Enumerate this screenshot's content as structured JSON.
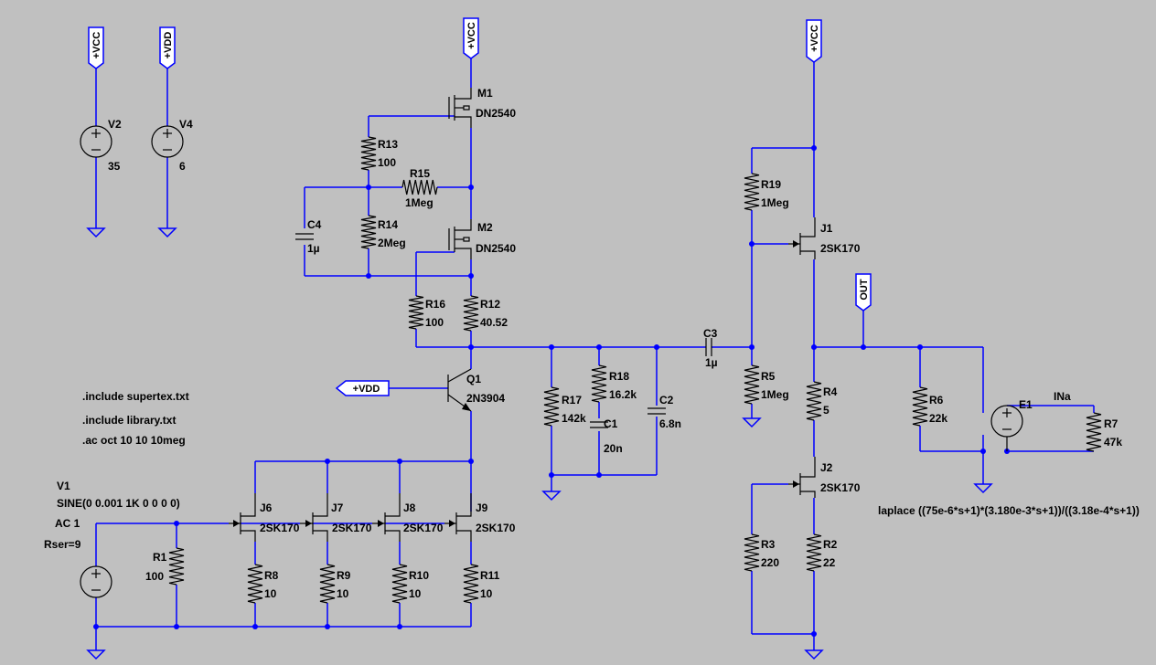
{
  "directives": [
    ".include supertex.txt",
    ".include library.txt",
    ".ac oct 10 10 10meg"
  ],
  "laplace_expression": "laplace ((75e-6*s+1)*(3.180e-3*s+1))/((3.18e-4*s+1))",
  "nets": {
    "vcc": "+VCC",
    "vdd": "+VDD",
    "out": "OUT",
    "ina": "INa"
  },
  "components": {
    "V1": {
      "name": "V1",
      "value": "SINE(0 0.001 1K 0 0 0 0)",
      "ac": "AC 1",
      "rser": "Rser=9"
    },
    "V2": {
      "name": "V2",
      "value": "35"
    },
    "V4": {
      "name": "V4",
      "value": "6"
    },
    "M1": {
      "name": "M1",
      "value": "DN2540"
    },
    "M2": {
      "name": "M2",
      "value": "DN2540"
    },
    "Q1": {
      "name": "Q1",
      "value": "2N3904"
    },
    "J1": {
      "name": "J1",
      "value": "2SK170"
    },
    "J2": {
      "name": "J2",
      "value": "2SK170"
    },
    "J6": {
      "name": "J6",
      "value": "2SK170"
    },
    "J7": {
      "name": "J7",
      "value": "2SK170"
    },
    "J8": {
      "name": "J8",
      "value": "2SK170"
    },
    "J9": {
      "name": "J9",
      "value": "2SK170"
    },
    "E1": {
      "name": "E1"
    },
    "R1": {
      "name": "R1",
      "value": "100"
    },
    "R2": {
      "name": "R2",
      "value": "22"
    },
    "R3": {
      "name": "R3",
      "value": "220"
    },
    "R4": {
      "name": "R4",
      "value": "5"
    },
    "R5": {
      "name": "R5",
      "value": "1Meg"
    },
    "R6": {
      "name": "R6",
      "value": "22k"
    },
    "R7": {
      "name": "R7",
      "value": "47k"
    },
    "R8": {
      "name": "R8",
      "value": "10"
    },
    "R9": {
      "name": "R9",
      "value": "10"
    },
    "R10": {
      "name": "R10",
      "value": "10"
    },
    "R11": {
      "name": "R11",
      "value": "10"
    },
    "R12": {
      "name": "R12",
      "value": "40.52"
    },
    "R13": {
      "name": "R13",
      "value": "100"
    },
    "R14": {
      "name": "R14",
      "value": "2Meg"
    },
    "R15": {
      "name": "R15",
      "value": "1Meg"
    },
    "R16": {
      "name": "R16",
      "value": "100"
    },
    "R17": {
      "name": "R17",
      "value": "142k"
    },
    "R18": {
      "name": "R18",
      "value": "16.2k"
    },
    "R19": {
      "name": "R19",
      "value": "1Meg"
    },
    "C1": {
      "name": "C1",
      "value": "20n"
    },
    "C2": {
      "name": "C2",
      "value": "6.8n"
    },
    "C3": {
      "name": "C3",
      "value": "1µ"
    },
    "C4": {
      "name": "C4",
      "value": "1µ"
    }
  },
  "colors": {
    "background": "#c0c0c0",
    "wire": "#0000ff",
    "component": "#000000"
  }
}
